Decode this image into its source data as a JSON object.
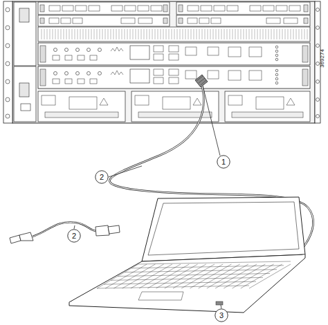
{
  "diagram": {
    "nodes": [
      {
        "text": [
          "1"
        ]
      },
      {
        "text": [
          "2"
        ]
      },
      {
        "text": [
          "2"
        ]
      },
      {
        "text": [
          "3"
        ]
      }
    ],
    "labels": [
      "369274"
    ]
  }
}
